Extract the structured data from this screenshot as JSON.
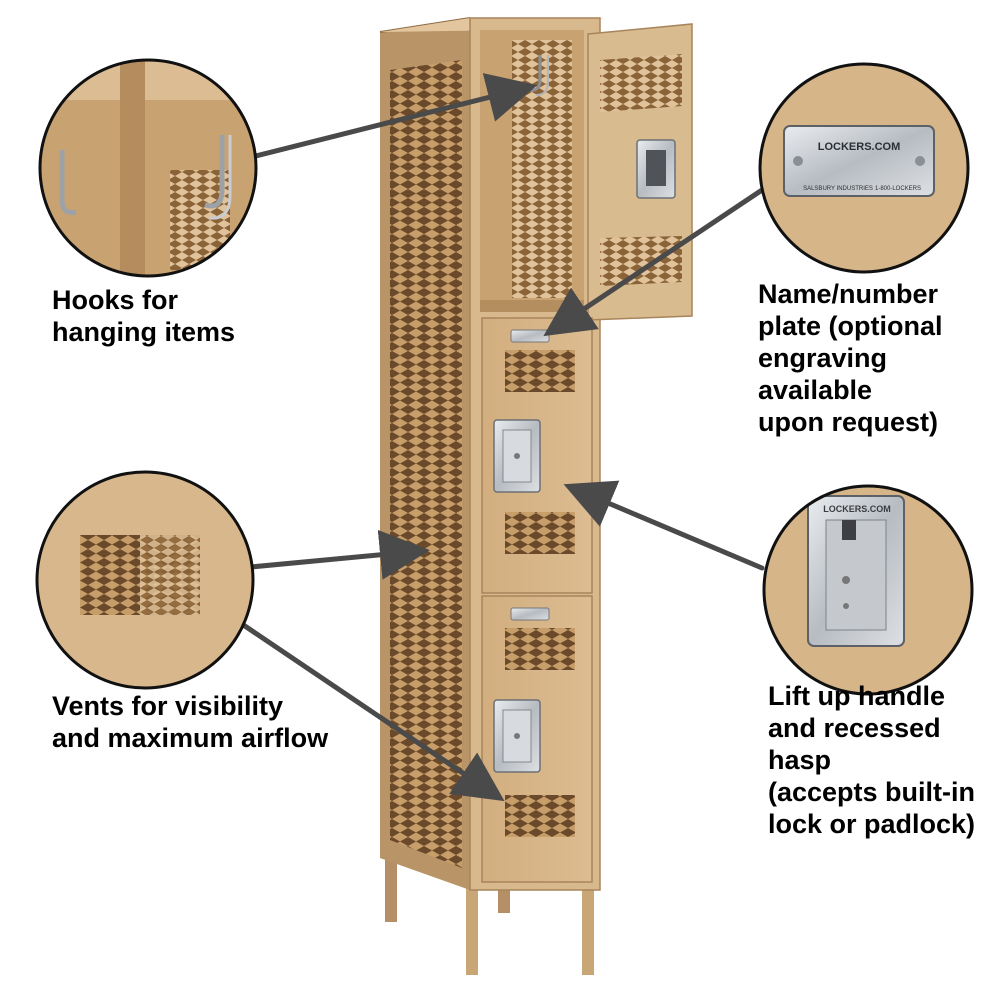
{
  "callouts": {
    "hooks": "Hooks for\nhanging items",
    "plate": "Name/number\nplate (optional\nengraving available\nupon request)",
    "vents": "Vents for visibility\nand maximum airflow",
    "handle": "Lift up handle\nand recessed hasp\n(accepts built-in\nlock or padlock)"
  },
  "plate_text": {
    "brand": "LOCKERS.COM",
    "maker": "SALSBURY INDUSTRIES",
    "phone": "1-800-LOCKERS"
  },
  "hasp_text": "LOCKERS.COM",
  "colors": {
    "locker_tan": "#d6b589",
    "locker_dark": "#a7845a",
    "arrow": "#4a4a4a",
    "metal": "#c9cdd2"
  }
}
